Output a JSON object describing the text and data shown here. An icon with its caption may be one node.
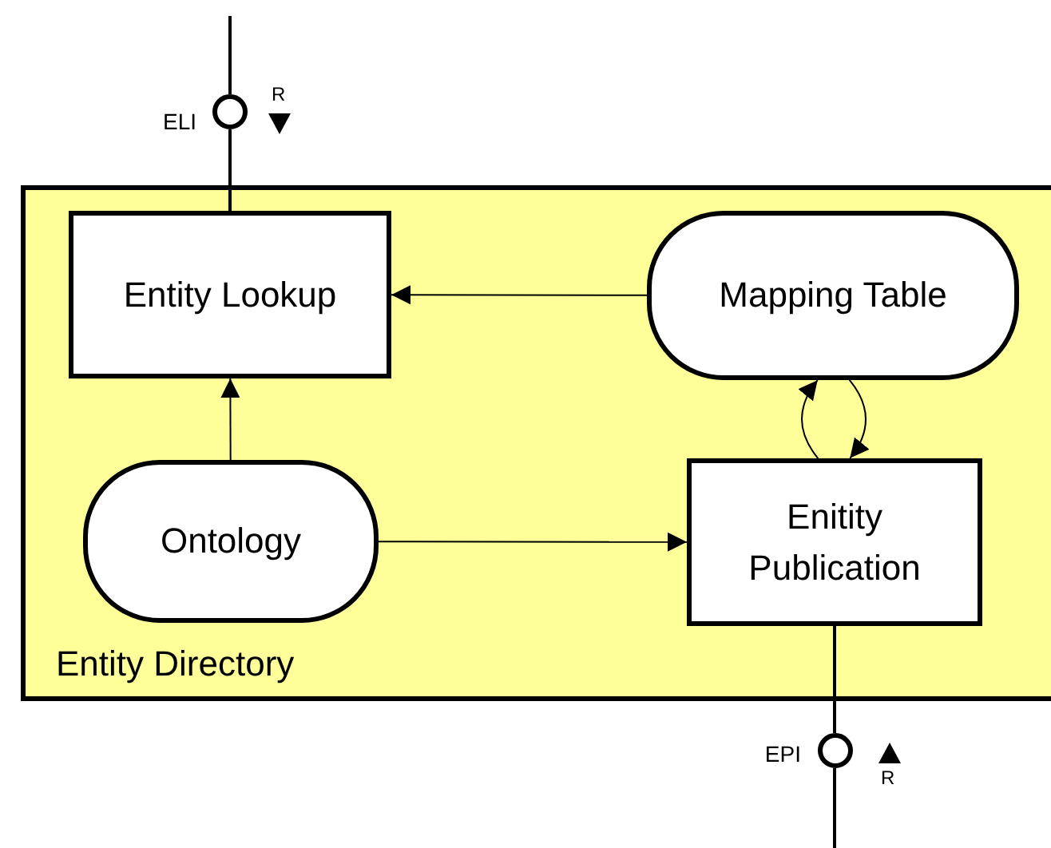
{
  "diagram": {
    "nodes": [
      {
        "text": [
          "Entity Directory"
        ]
      },
      {
        "text": [
          "Entity Lookup"
        ],
        "in": 0
      },
      {
        "text": [
          "Mapping Table"
        ],
        "in": 0
      },
      {
        "text": [
          "Ontology"
        ],
        "in": 0
      },
      {
        "text": [
          "Enitity Publication"
        ],
        "in": 0
      },
      {
        "text": [],
        "shape": "circle",
        "beside": [
          "ELI",
          "R"
        ]
      },
      {
        "text": [],
        "shape": "circle",
        "beside": [
          "EPI",
          "R"
        ]
      }
    ],
    "edges": [
      {
        "from": null,
        "to": 5,
        "arrow": "none"
      },
      {
        "from": 5,
        "to": 1,
        "arrow": "none"
      },
      {
        "from": 2,
        "to": 1,
        "arrow": "to"
      },
      {
        "from": 3,
        "to": 1,
        "arrow": "to"
      },
      {
        "from": 3,
        "to": 4,
        "arrow": "to"
      },
      {
        "from": 4,
        "to": 2,
        "arrow": "to"
      },
      {
        "from": 2,
        "to": 4,
        "arrow": "to"
      },
      {
        "from": 4,
        "to": 6,
        "arrow": "none"
      },
      {
        "from": 6,
        "to": null,
        "arrow": "none"
      }
    ]
  }
}
